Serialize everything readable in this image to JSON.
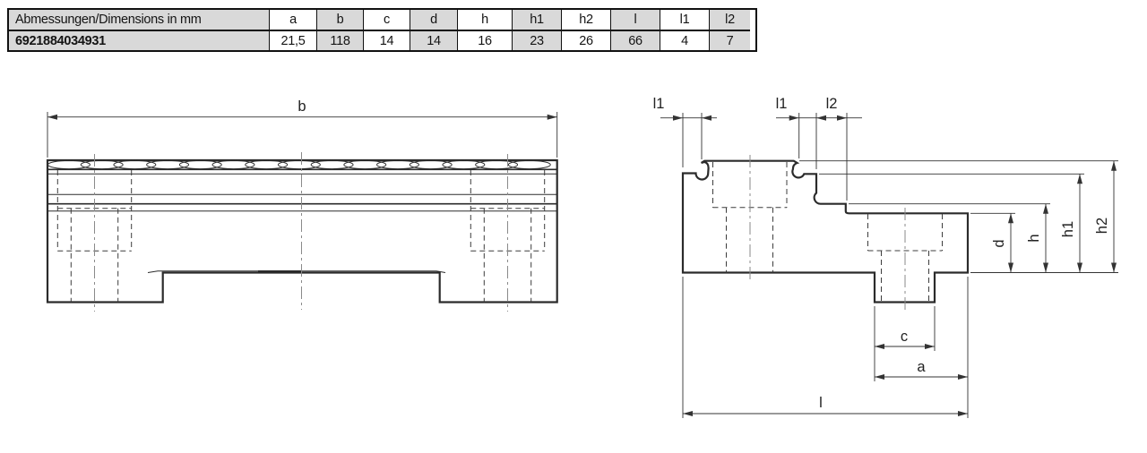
{
  "table": {
    "title": "Abmessungen/Dimensions in mm",
    "row_label": "6921884034931",
    "columns": [
      {
        "label": "a",
        "value": "21,5"
      },
      {
        "label": "b",
        "value": "118"
      },
      {
        "label": "c",
        "value": "14"
      },
      {
        "label": "d",
        "value": "14"
      },
      {
        "label": "h",
        "value": "16"
      },
      {
        "label": "h1",
        "value": "23"
      },
      {
        "label": "h2",
        "value": "26"
      },
      {
        "label": "l",
        "value": "66"
      },
      {
        "label": "l1",
        "value": "4"
      },
      {
        "label": "l2",
        "value": "7"
      }
    ],
    "colors": {
      "header_gray": "#d9d9d9",
      "alt_white": "#ffffff",
      "border": "#111111"
    }
  },
  "drawing": {
    "line_color": "#2b2b2b",
    "dims": {
      "b": "b",
      "a": "a",
      "c": "c",
      "l": "l",
      "l1": "l1",
      "l2": "l2",
      "d": "d",
      "h": "h",
      "h1": "h1",
      "h2": "h2"
    }
  }
}
